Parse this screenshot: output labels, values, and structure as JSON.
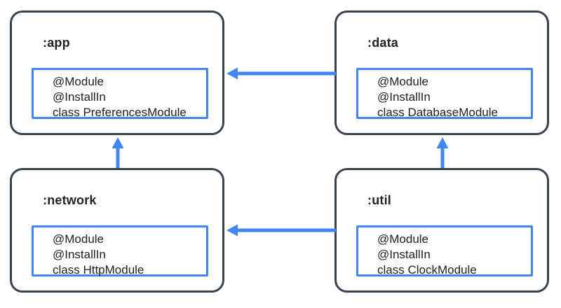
{
  "diagram": {
    "type": "module-dependency-graph",
    "modules": [
      {
        "id": "app",
        "title": ":app",
        "code_lines": [
          "@Module",
          "@InstallIn",
          "class PreferencesModule"
        ]
      },
      {
        "id": "data",
        "title": ":data",
        "code_lines": [
          "@Module",
          "@InstallIn",
          "class DatabaseModule"
        ]
      },
      {
        "id": "network",
        "title": ":network",
        "code_lines": [
          "@Module",
          "@InstallIn",
          "class HttpModule"
        ]
      },
      {
        "id": "util",
        "title": ":util",
        "code_lines": [
          "@Module",
          "@InstallIn",
          "class ClockModule"
        ]
      }
    ],
    "edges": [
      {
        "from": ":data",
        "to": ":app"
      },
      {
        "from": ":network",
        "to": ":app"
      },
      {
        "from": ":util",
        "to": ":network"
      },
      {
        "from": ":util",
        "to": ":data"
      }
    ],
    "colors": {
      "arrow": "#4285f4",
      "module_border": "#3a414f",
      "code_box_border": "#4285f4",
      "text": "#202124",
      "background": "#ffffff"
    }
  }
}
